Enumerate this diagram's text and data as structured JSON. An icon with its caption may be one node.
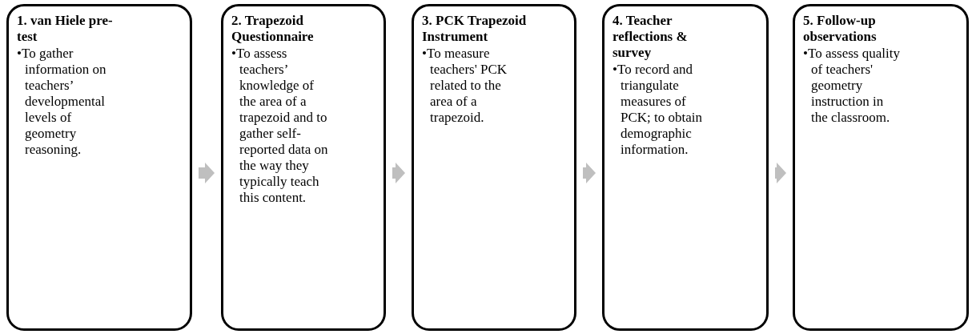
{
  "diagram": {
    "nodes": [
      {
        "text": [
          "1. van Hiele pre-test",
          "•To gather information on teachers’ developmental levels of geometry reasoning."
        ]
      },
      {
        "text": [
          "2. Trapezoid Questionnaire",
          "•To assess teachers’ knowledge of the area of a trapezoid and to gather self-reported data on the way they typically teach this content."
        ]
      },
      {
        "text": [
          "3. PCK Trapezoid Instrument",
          "•To measure teachers' PCK related to the area of a trapezoid."
        ]
      },
      {
        "text": [
          "4. Teacher reflections & survey",
          "•To record and triangulate measures of PCK; to obtain demographic information."
        ]
      },
      {
        "text": [
          "5. Follow-up observations",
          "•To assess quality of teachers' geometry instruction in the classroom."
        ]
      }
    ],
    "edges": [
      {
        "from": 0,
        "to": 1,
        "arrow": "to"
      },
      {
        "from": 1,
        "to": 2,
        "arrow": "to"
      },
      {
        "from": 2,
        "to": 3,
        "arrow": "to"
      },
      {
        "from": 3,
        "to": 4,
        "arrow": "to"
      }
    ]
  }
}
